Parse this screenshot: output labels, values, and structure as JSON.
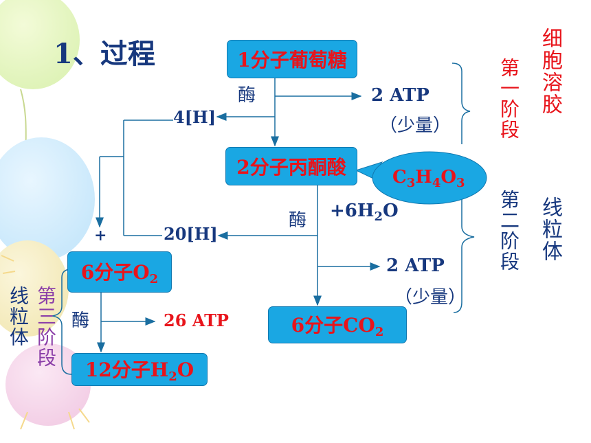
{
  "title": "1、过程",
  "nodes": {
    "glucose": "1分子葡萄糖",
    "pyruvate": "2分子丙酮酸",
    "oxygen_main": "6分子O",
    "oxygen_sub": "2",
    "water_main": "12分子H",
    "water_sub": "2",
    "water_tail": "O",
    "co2_main": "6分子CO",
    "co2_sub": "2"
  },
  "callout": {
    "c": "C",
    "c_sub": "3",
    "h": "H",
    "h_sub": "4",
    "o": "O",
    "o_sub": "3"
  },
  "labels": {
    "enzyme1": "酶",
    "enzyme2": "酶",
    "enzyme3": "酶",
    "h4": "4[H]",
    "h20": "20[H]",
    "atp1": "2  ATP",
    "atp1_note": "（少量）",
    "atp2": "2  ATP",
    "atp2_note": "（少量）",
    "atp26": "26 ATP",
    "water_add_main": "+6H",
    "water_add_sub": "2",
    "water_add_tail": "O",
    "plus": "+"
  },
  "stages": {
    "stage1": "第一阶段",
    "stage2": "第二阶段",
    "stage3": "第三阶段",
    "loc_cytosol": "细胞溶胶",
    "loc_mito1": "线粒体",
    "loc_mito2": "线粒体"
  },
  "colors": {
    "box_fill": "#1aa7e3",
    "node_text": "#e8141b",
    "label_text": "#17387e",
    "line": "#1a6ea0",
    "stage3_text": "#8b3fa8"
  }
}
